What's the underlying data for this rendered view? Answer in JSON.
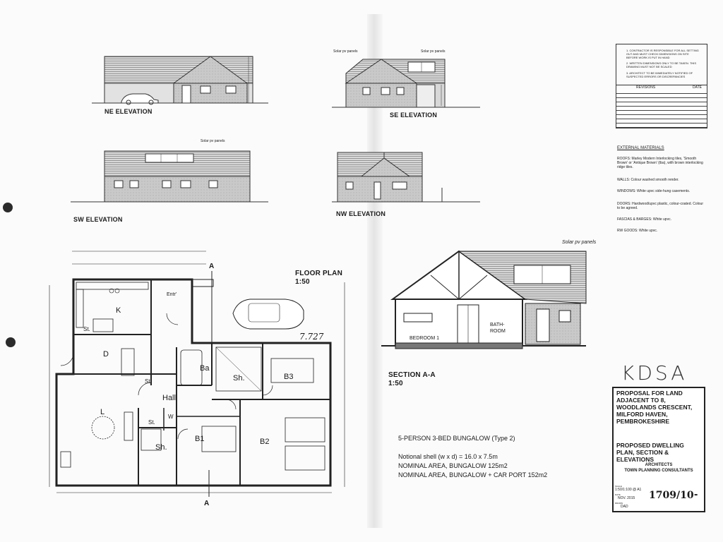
{
  "elevations": {
    "ne": {
      "title": "NE ELEVATION"
    },
    "se": {
      "title": "SE ELEVATION",
      "solar_label_1": "Solar pv panels",
      "solar_label_2": "Solar pv panels"
    },
    "sw": {
      "title": "SW ELEVATION",
      "solar_label": "Solar pv panels"
    },
    "nw": {
      "title": "NW ELEVATION"
    }
  },
  "floor_plan": {
    "title": "FLOOR PLAN",
    "scale": "1:50",
    "section_marker": "A",
    "handwritten_note": "7.727",
    "entry_label": "Entr'",
    "rooms": {
      "kitchen": "K",
      "dining": "D",
      "living": "L",
      "hall": "Hall",
      "bath": "Ba",
      "shower_1": "Sh.",
      "shower_2": "Sh.",
      "bed_1": "B1",
      "bed_2": "B2",
      "bed_3": "B3",
      "store_1": "St.",
      "store_2": "St",
      "store_3": "St.",
      "wc": "W"
    }
  },
  "section": {
    "title": "SECTION A-A",
    "scale": "1:50",
    "solar_label": "Solar pv panels",
    "bedroom_label": "BEDROOM 1",
    "bathroom_label": "BATH-\nROOM"
  },
  "specs": {
    "line1": "5-PERSON 3-BED BUNGALOW (Type 2)",
    "line2": "Notional shell (w x d) = 16.0 x 7.5m",
    "line3": "NOMINAL AREA, BUNGALOW 125m2",
    "line4": "NOMINAL AREA, BUNGALOW + CAR PORT 152m2"
  },
  "notes": {
    "note1": "1. CONTRACTOR IS RESPONSIBLE FOR ALL SETTING OUT AND MUST CHECK DIMENSIONS ON SITE BEFORE WORK IS PUT IN HAND",
    "note2": "2. WRITTEN DIMENSIONS ONLY TO BE TAKEN. THIS DRAWING MUST NOT BE SCALED",
    "note3": "3. ARCHITECT TO BE IMMEDIATELY NOTIFIED OF SUSPECTED ERRORS OR DISCREPANCIES",
    "revisions": "REVISIONS",
    "date": "DATE"
  },
  "external_materials": {
    "title": "EXTERNAL MATERIALS",
    "roofs": "ROOFS: Marley Modern Interlocking tiles, 'Smooth Brown' or 'Antique Brown' (tba), with brown interlocking ridge tiles.",
    "walls": "WALLS: Colour washed smooth render.",
    "windows": "WINDOWS: White upvc side-hung casements.",
    "doors": "DOORS: Hardwood/upvc plastic, colour-coated. Colour to be agreed.",
    "fascias": "FASCIAS & BARGES: White upvc.",
    "rw_goods": "RW GOODS: White upvc."
  },
  "title_block": {
    "logo": "KDSA",
    "project": "PROPOSAL FOR LAND ADJACENT TO 8, WOODLANDS CRESCENT, MILFORD HAVEN, PEMBROKESHIRE",
    "drawing_title": "PROPOSED DWELLING PLAN, SECTION & ELEVATIONS",
    "firm_line1": "ARCHITECTS",
    "firm_line2": "TOWN PLANNING CONSULTANTS",
    "scale_label": "SCALE",
    "scale": "1:50/1:100 @ A1",
    "date_label": "DATE",
    "date": "NOV. 2015",
    "drawn_label": "DRAWN",
    "drawn": "DAD",
    "drawing_no": "1709/10",
    "revision": "-"
  }
}
